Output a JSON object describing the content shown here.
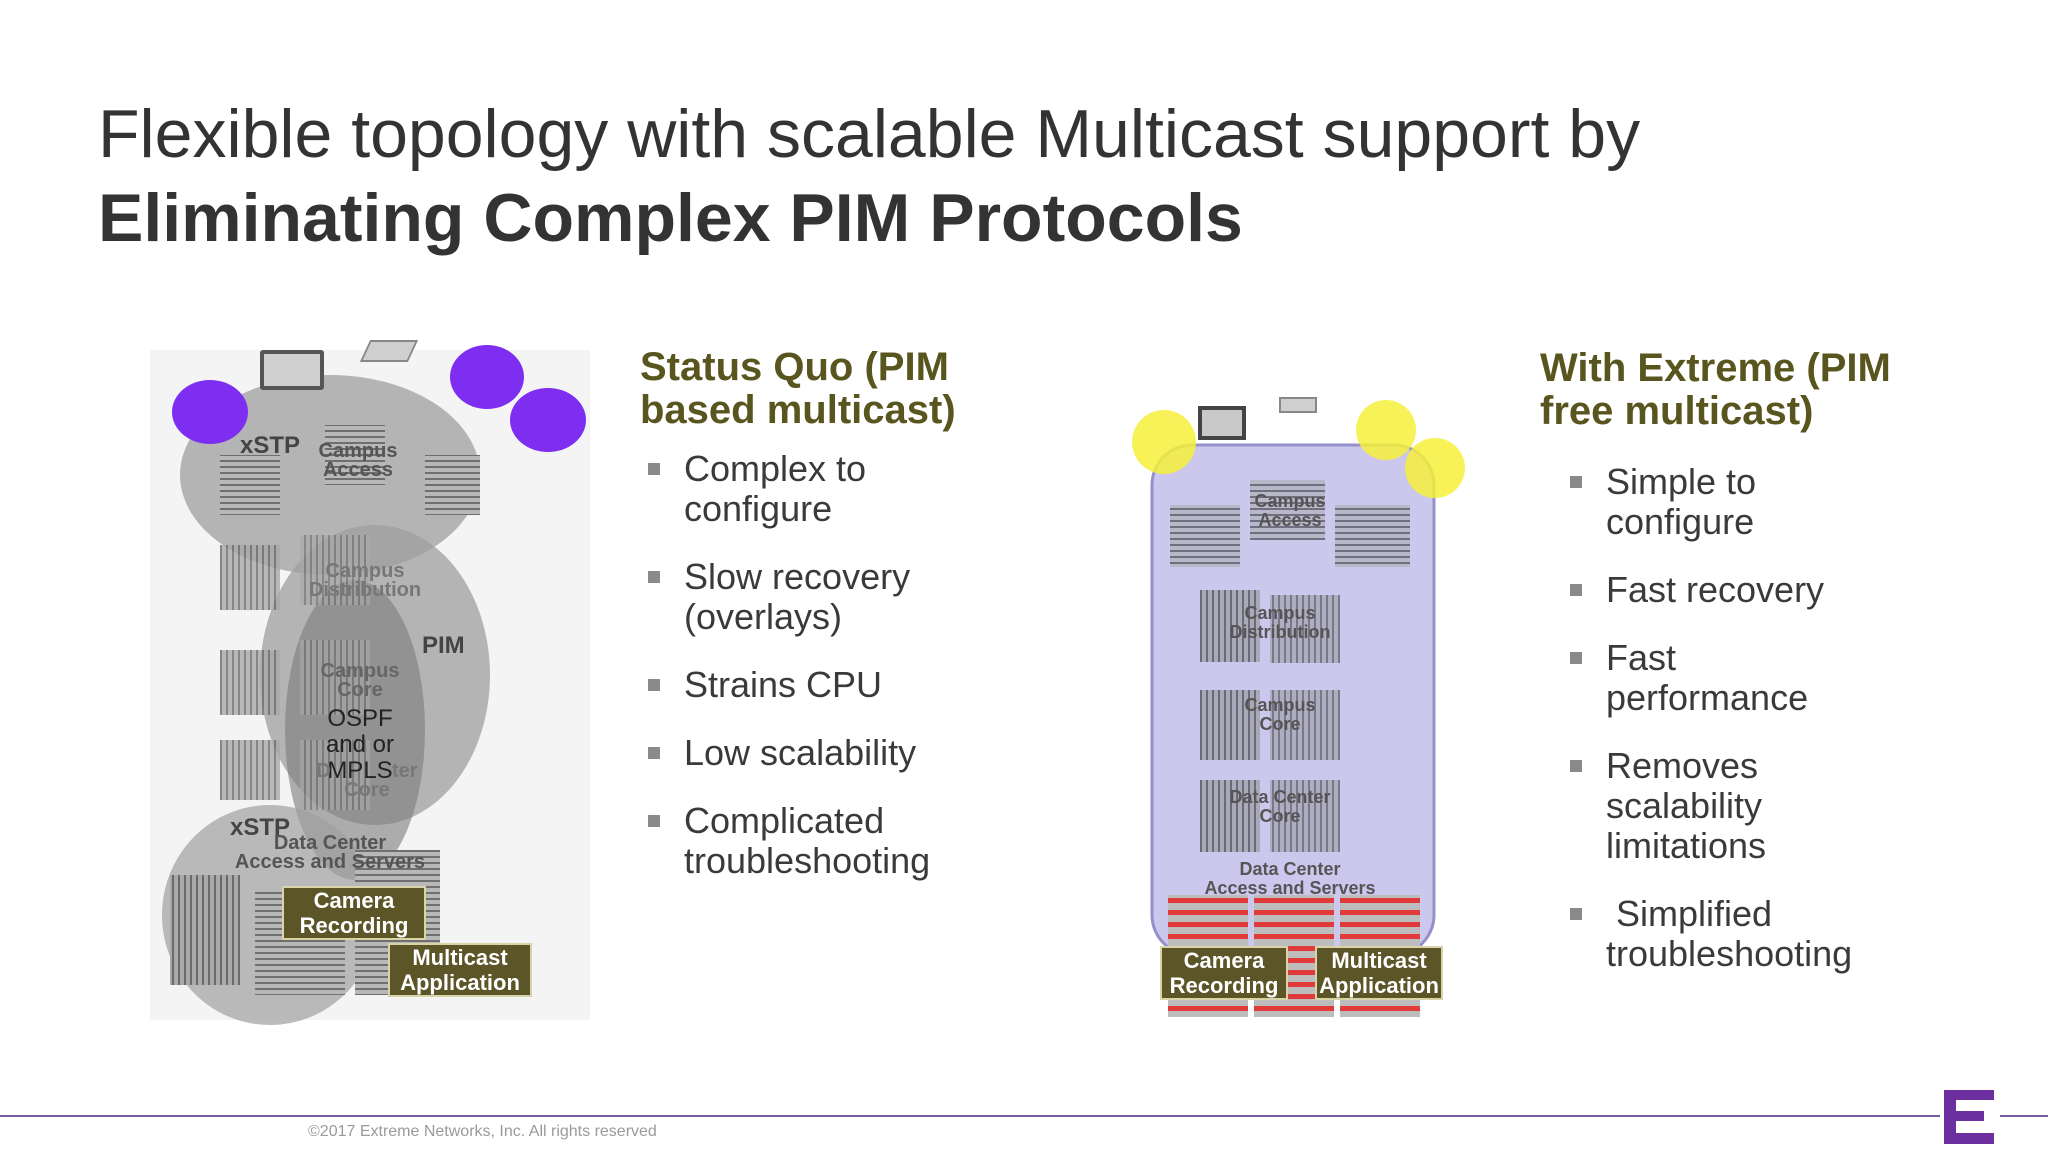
{
  "title": {
    "line1": "Flexible topology with scalable Multicast support by",
    "line2": "Eliminating Complex PIM Protocols"
  },
  "left_panel": {
    "heading_line1": "Status Quo (PIM",
    "heading_line2": "based multicast)",
    "bullets": [
      [
        "Complex to",
        "configure"
      ],
      [
        "Slow recovery",
        "(overlays)"
      ],
      [
        "Strains CPU"
      ],
      [
        "Low scalability"
      ],
      [
        "Complicated",
        "troubleshooting"
      ]
    ],
    "diagram": {
      "xstp_top": "xSTP",
      "campus_access": [
        "Campus",
        "Access"
      ],
      "campus_distribution": [
        "Campus",
        "Distribution"
      ],
      "campus_core": [
        "Campus",
        "Core"
      ],
      "pim": "PIM",
      "ospf": [
        "OSPF",
        "and or",
        "MPLS"
      ],
      "dc_core_partial": [
        "D",
        "ter",
        "Core"
      ],
      "xstp_bottom": "xSTP",
      "dc_access": [
        "Data Center",
        "Access and Servers"
      ],
      "camera_recording": [
        "Camera",
        "Recording"
      ],
      "multicast_application": [
        "Multicast",
        "Application"
      ]
    }
  },
  "right_panel": {
    "heading_line1": "With Extreme (PIM",
    "heading_line2": "free multicast)",
    "bullets": [
      [
        "Simple to",
        "configure"
      ],
      [
        "Fast recovery"
      ],
      [
        "Fast",
        "performance"
      ],
      [
        "Removes",
        "scalability",
        "limitations"
      ],
      [
        " Simplified",
        "troubleshooting"
      ]
    ],
    "diagram": {
      "campus_access": [
        "Campus",
        "Access"
      ],
      "campus_distribution": [
        "Campus",
        "Distribution"
      ],
      "campus_core": [
        "Campus",
        "Core"
      ],
      "dc_core": [
        "Data Center",
        "Core"
      ],
      "dc_access": [
        "Data Center",
        "Access and Servers"
      ],
      "camera_recording": [
        "Camera",
        "Recording"
      ],
      "multicast_application": [
        "Multicast",
        "Application"
      ]
    }
  },
  "footer": {
    "copyright": "©2017 Extreme Networks, Inc.  All rights reserved"
  },
  "colors": {
    "heading": "#59551f",
    "accent_purple": "#6b2fa0",
    "fabric_lavender": "#c7c2ec",
    "highlight_yellow": "#f5f03a",
    "tag_bg": "#5c5528"
  },
  "icons": [
    "camera-icon",
    "laptop-icon",
    "access-point-icon",
    "phone-icon",
    "headset-icon",
    "switch-stack-icon",
    "server-rack-icon",
    "extreme-logo"
  ]
}
